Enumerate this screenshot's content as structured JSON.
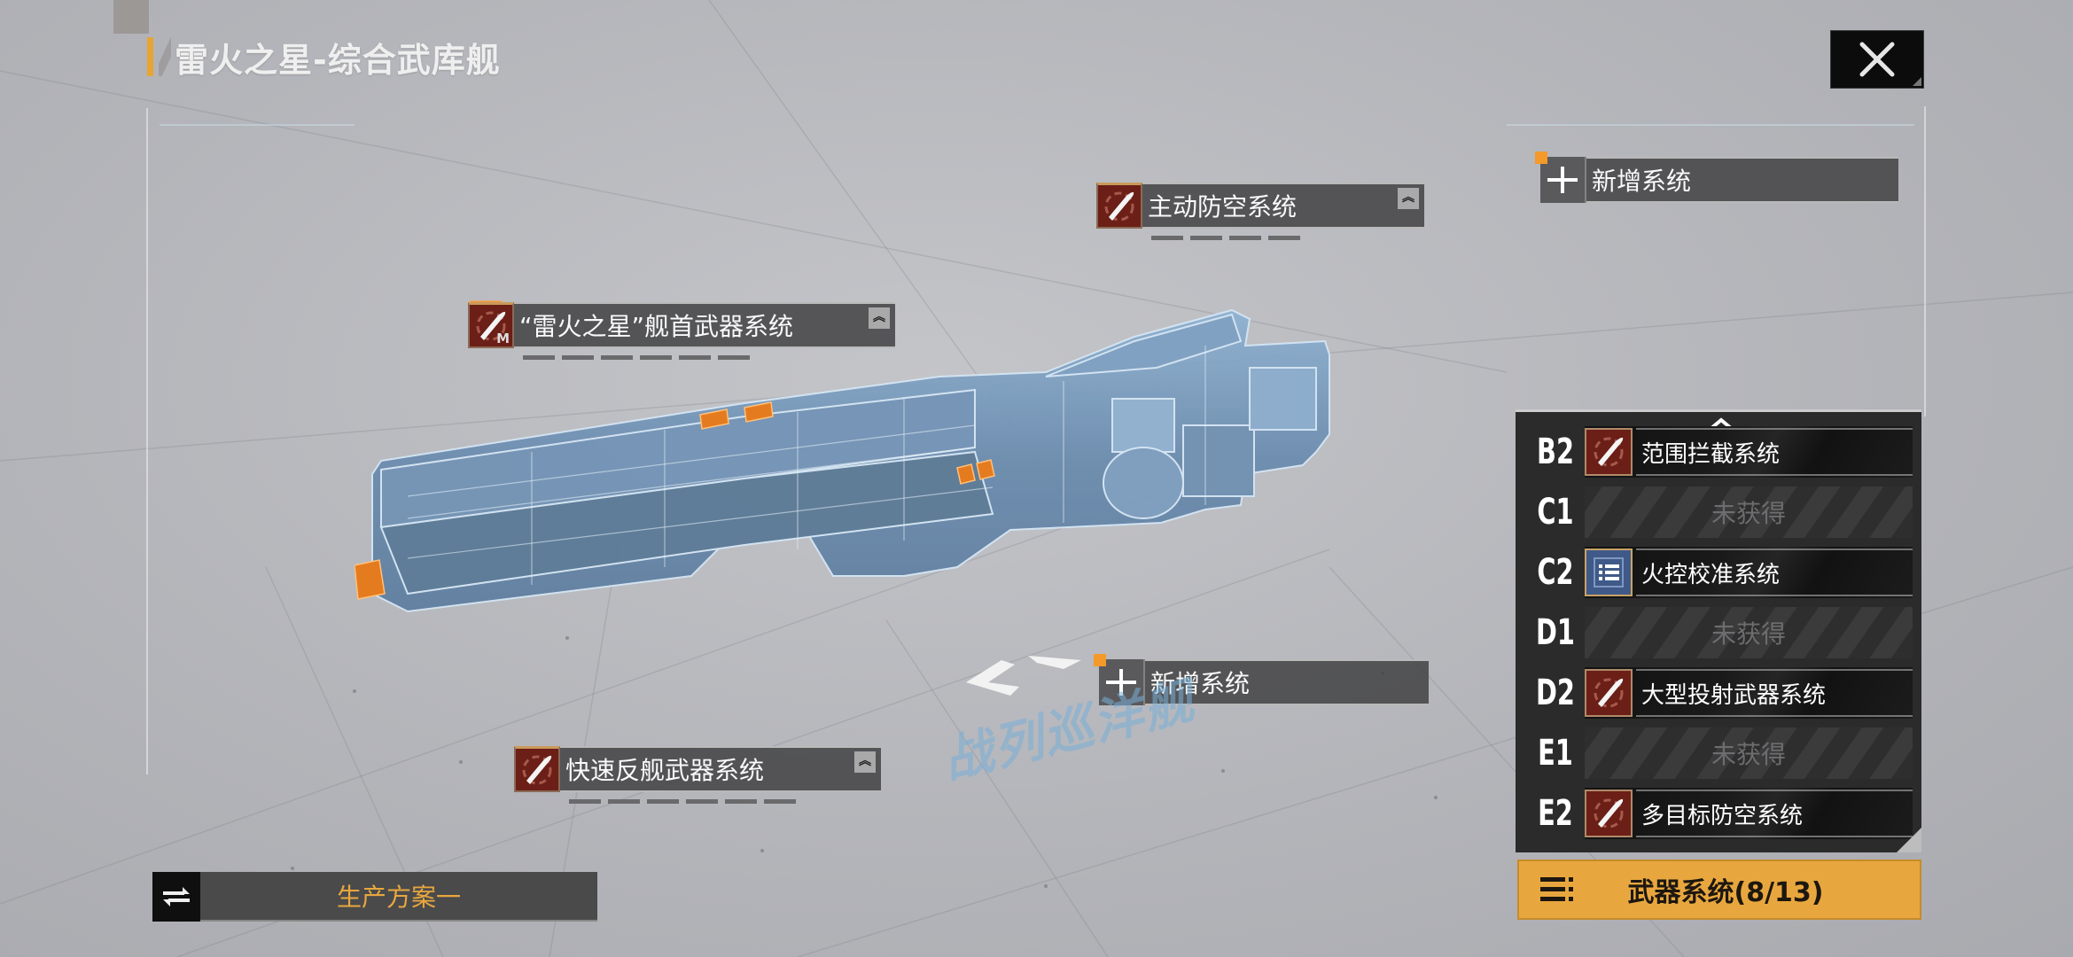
{
  "header": {
    "title": "雷火之星-综合武库舰",
    "close_icon": "close-x-icon"
  },
  "colors": {
    "accent_orange": "#e8a73e",
    "weapon_icon_red": "#6b1f17",
    "fire_control_blue": "#3f5a88",
    "panel_dark": "#2b2b2c",
    "background": "#b8b9bd"
  },
  "hardpoints": [
    {
      "id": "bow",
      "label": "“雷火之星”舰首武器系统",
      "icon": "bullet-target-icon",
      "badge": "M",
      "collapse_icon": "double-chevron-up-icon",
      "level_pips": 6
    },
    {
      "id": "aa",
      "label": "主动防空系统",
      "icon": "bullet-target-icon",
      "collapse_icon": "double-chevron-up-icon",
      "level_pips": 4
    },
    {
      "id": "anti_ship",
      "label": "快速反舰武器系统",
      "icon": "bullet-target-icon",
      "collapse_icon": "double-chevron-up-icon",
      "level_pips": 6
    }
  ],
  "add_slots": [
    {
      "label": "新增系统",
      "icon": "plus-crosshair-icon"
    },
    {
      "label": "新增系统",
      "icon": "plus-crosshair-icon"
    }
  ],
  "watermark": "战列巡洋舰",
  "weapon_panel": {
    "scroll_up_icon": "chevron-up-icon",
    "slots": [
      {
        "code": "B2",
        "state": "filled",
        "name": "范围拦截系统",
        "icon": "bullet-target-icon"
      },
      {
        "code": "C1",
        "state": "empty",
        "name": "未获得"
      },
      {
        "code": "C2",
        "state": "filled",
        "name": "火控校准系统",
        "icon": "list-icon"
      },
      {
        "code": "D1",
        "state": "empty",
        "name": "未获得"
      },
      {
        "code": "D2",
        "state": "filled",
        "name": "大型投射武器系统",
        "icon": "bullet-target-icon"
      },
      {
        "code": "E1",
        "state": "empty",
        "name": "未获得"
      },
      {
        "code": "E2",
        "state": "filled",
        "name": "多目标防空系统",
        "icon": "bullet-target-icon"
      }
    ]
  },
  "weapon_systems_button": {
    "label": "武器系统(8/13)",
    "icon": "menu-list-icon"
  },
  "production_plan_button": {
    "label": "生产方案一",
    "icon": "swap-arrows-icon"
  }
}
